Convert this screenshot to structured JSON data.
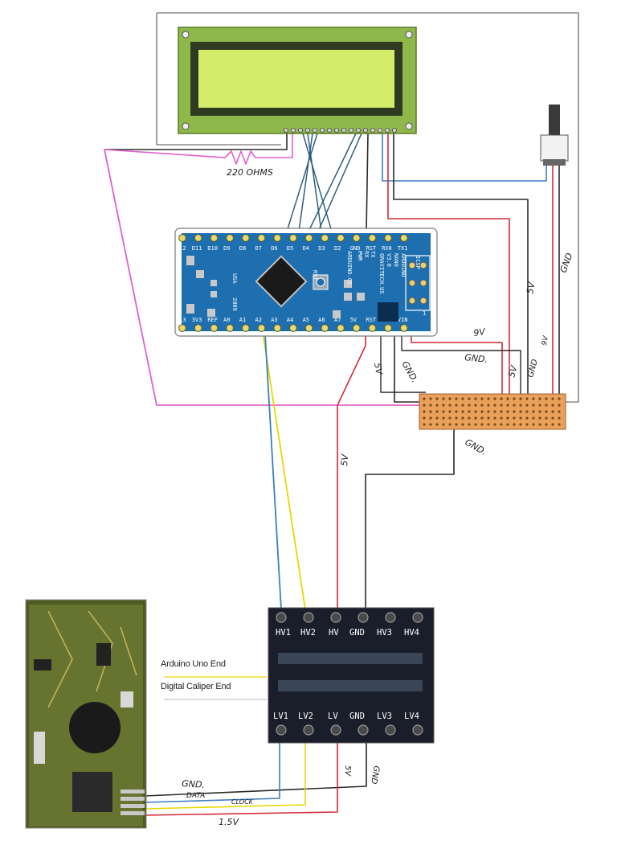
{
  "labels": {
    "resistor": "220 OHMS",
    "gnd_caps": "GND.",
    "gnd_mid": "GND.",
    "gnd_strip": "GND.",
    "gnd_right": "GND",
    "gnd_lcd": "GND",
    "gnd_shifter": "GND",
    "v9": "9V",
    "v5_nano": "5V",
    "v5_pot": "5V",
    "v5_strip": "5V",
    "v5_red": "5V",
    "v9_small": "9V",
    "caliper_gnd": "GND.",
    "caliper_data": "DATA",
    "caliper_clock": "CLOCK",
    "caliper_volt": "1.5V"
  },
  "nano": {
    "top_pins": [
      "D12",
      "D11",
      "D10",
      "D9",
      "D8",
      "D7",
      "D6",
      "D5",
      "D4",
      "D3",
      "D2",
      "GND",
      "RST",
      "RX0",
      "TX1"
    ],
    "bottom_pins": [
      "D13",
      "3V3",
      "REF",
      "A0",
      "A1",
      "A2",
      "A3",
      "A4",
      "A5",
      "A6",
      "A7",
      "5V",
      "RST",
      "GND",
      "VIN"
    ],
    "brand_lines": [
      "ARDUINO.CC",
      "ARDUINO",
      "NANO",
      "V3.0",
      "GRAVITECH.US"
    ],
    "side_text": [
      "USA",
      "2009"
    ],
    "icsp": "ICSP",
    "rst": "RST",
    "tx": "TX",
    "rx": "RX",
    "pwr": "PWR",
    "one": "1"
  },
  "shifter": {
    "top": [
      "HV1",
      "HV2",
      "HV",
      "GND",
      "HV3",
      "HV4"
    ],
    "bottom": [
      "LV1",
      "LV2",
      "LV",
      "GND",
      "LV3",
      "LV4"
    ]
  },
  "legend": {
    "arduino_end": "Arduino Uno End",
    "caliper_end": "Digital Caliper End"
  },
  "colors": {
    "wire_black": "#2a2a2a",
    "wire_red": "#d42a3a",
    "wire_pink": "#e060c8",
    "wire_blue": "#3b7fc0",
    "wire_yellow": "#e8d800",
    "wire_gray": "#888888",
    "lcd_green": "#8fb84a",
    "lcd_screen": "#d4ec6a",
    "shifter_dark": "#1a1e2a",
    "stripboard": "#e8a05a"
  }
}
